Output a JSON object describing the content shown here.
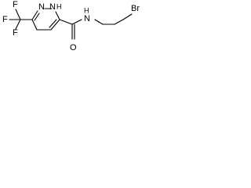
{
  "molecule": {
    "atoms": {
      "F_top": "F",
      "F_left": "F",
      "F_bottom": "F",
      "N_ring_1": "N",
      "N_ring_2": "N",
      "H_ring": "H",
      "N_amide": "N",
      "H_amide": "H",
      "O_carbonyl": "O",
      "Br": "Br"
    }
  }
}
